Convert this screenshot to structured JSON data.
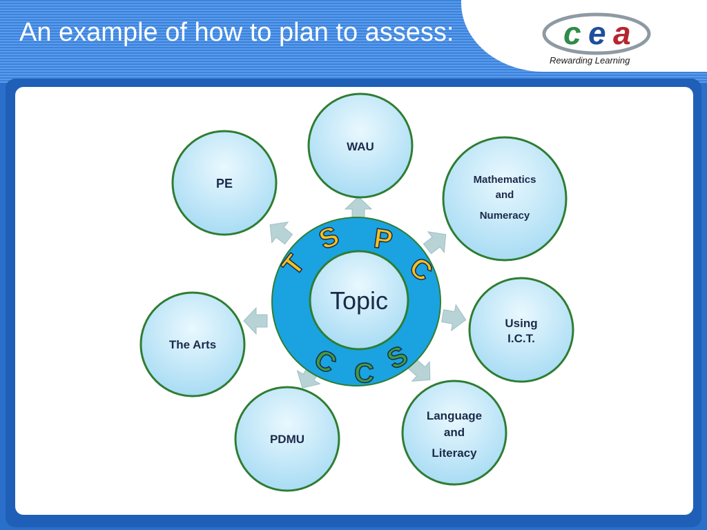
{
  "slide": {
    "title": "An example of how to plan to assess:"
  },
  "logo": {
    "tagline": "Rewarding Learning",
    "mark_text": "cea",
    "colors": {
      "c": "#2f8c4a",
      "e": "#1f4f9c",
      "a": "#b5262f"
    }
  },
  "diagram": {
    "center_label": "Topic",
    "ring_top_letters": [
      "T",
      "S",
      "P",
      "C"
    ],
    "ring_bottom_letters": [
      "C",
      "C",
      "S"
    ],
    "bubbles": {
      "wau": [
        "WAU"
      ],
      "maths": [
        "Mathematics",
        "and",
        "Numeracy"
      ],
      "ict": [
        "Using",
        "I.C.T."
      ],
      "language": [
        "Language",
        "and",
        "Literacy"
      ],
      "pdmu": [
        "PDMU"
      ],
      "arts": [
        "The Arts"
      ],
      "pe": [
        "PE"
      ]
    }
  },
  "colors": {
    "header_blue": "#3b82dc",
    "ring_blue": "#1aa3e0",
    "bubble_fill": "#bfe6f7",
    "bubble_stroke": "#2e7d32",
    "arrow_fill": "#b7d3d6",
    "top_letters": "#f4c022",
    "bottom_letters": "#3f9b43"
  }
}
